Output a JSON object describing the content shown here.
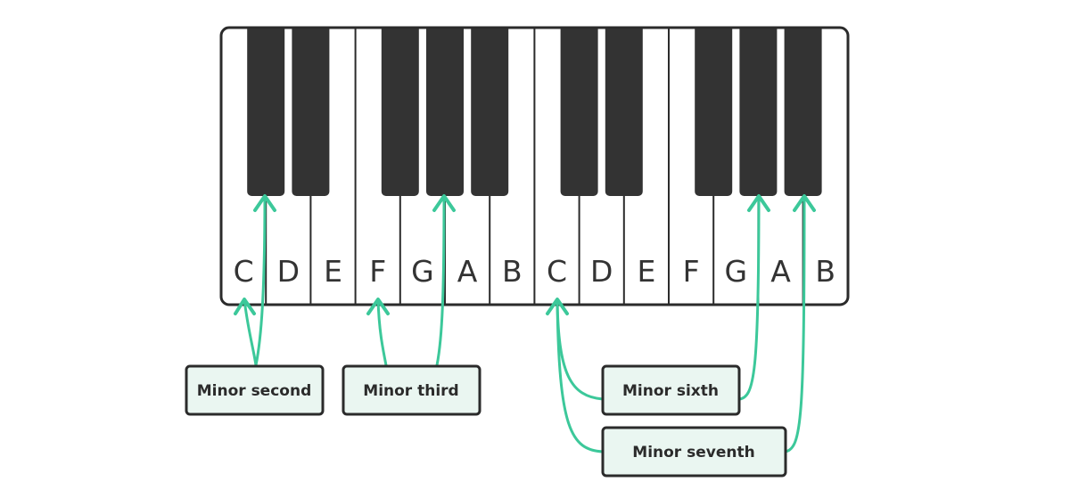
{
  "keyboard": {
    "white_notes": [
      "C",
      "D",
      "E",
      "F",
      "G",
      "A",
      "B",
      "C",
      "D",
      "E",
      "F",
      "G",
      "A",
      "B"
    ]
  },
  "intervals": [
    {
      "label": "Minor second",
      "from_note_index": 0,
      "to_black_key": "C#"
    },
    {
      "label": "Minor third",
      "from_note_index": 3,
      "to_black_key": "G#"
    },
    {
      "label": "Minor sixth",
      "from_note_index": 7,
      "to_black_key": "G#"
    },
    {
      "label": "Minor seventh",
      "from_note_index": 7,
      "to_black_key": "A#"
    }
  ],
  "colors": {
    "accent": "#3cc89a",
    "label_background": "#eaf6f1",
    "black_key": "#333333",
    "outline": "#2b2b2b"
  }
}
